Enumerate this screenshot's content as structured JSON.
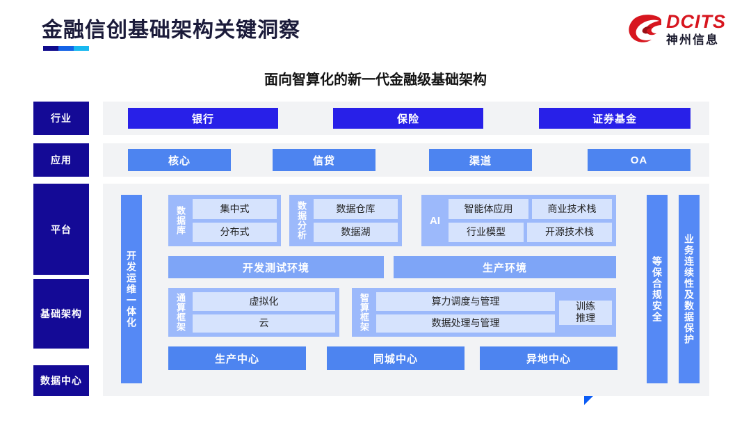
{
  "header": {
    "title": "金融信创基础架构关键洞察",
    "rule_colors": [
      "#100b8c",
      "#1463e6",
      "#18b8f0"
    ],
    "logo": {
      "mark": "dcits-swirl-icon",
      "en": "DCITS",
      "cn": "神州信息",
      "color": "#d7161f"
    }
  },
  "subtitle": "面向智算化的新一代金融级基础架构",
  "diagram": {
    "row_labels": {
      "industry": "行业",
      "application": "应用",
      "platform": "平台",
      "infrastructure": "基础架构",
      "datacenter": "数据中心"
    },
    "industry_chips": [
      {
        "label": "银行"
      },
      {
        "label": "保险"
      },
      {
        "label": "证券基金"
      }
    ],
    "application_chips": [
      {
        "label": "核心"
      },
      {
        "label": "信贷"
      },
      {
        "label": "渠道"
      },
      {
        "label": "OA"
      }
    ],
    "side_bars": {
      "devops": "开发运维一体化",
      "security": "等保合规安全",
      "continuity": "业务连续性及数据保护"
    },
    "groups": {
      "database": {
        "title": "数据库",
        "cells": [
          "集中式",
          "分布式"
        ]
      },
      "data_analysis": {
        "title": "数据分析",
        "cells": [
          "数据仓库",
          "数据湖"
        ]
      },
      "ai": {
        "title": "AI",
        "cells_row1": [
          "智能体应用",
          "商业技术栈"
        ],
        "cells_row2": [
          "行业模型",
          "开源技术栈"
        ]
      },
      "general_compute": {
        "title": "通算框架",
        "cells": [
          "虚拟化",
          "云"
        ]
      },
      "smart_compute": {
        "title": "智算框架",
        "cells": [
          "算力调度与管理",
          "数据处理与管理"
        ],
        "side_cell": "训练\n推理"
      }
    },
    "environment_bars": [
      {
        "label": "开发测试环境"
      },
      {
        "label": "生产环境"
      }
    ],
    "datacenter_chips": [
      {
        "label": "生产中心"
      },
      {
        "label": "同城中心"
      },
      {
        "label": "异地中心"
      }
    ]
  },
  "colors": {
    "label_navy": "#140a96",
    "industry_blue": "#2820e8",
    "app_blue": "#4d84f0",
    "bar_blue": "#7ea5f7",
    "group_blue": "#9cb9fb",
    "cell_blue": "#d6e3fd",
    "panel_gray": "#f2f3f5",
    "brand_red": "#d7161f"
  }
}
